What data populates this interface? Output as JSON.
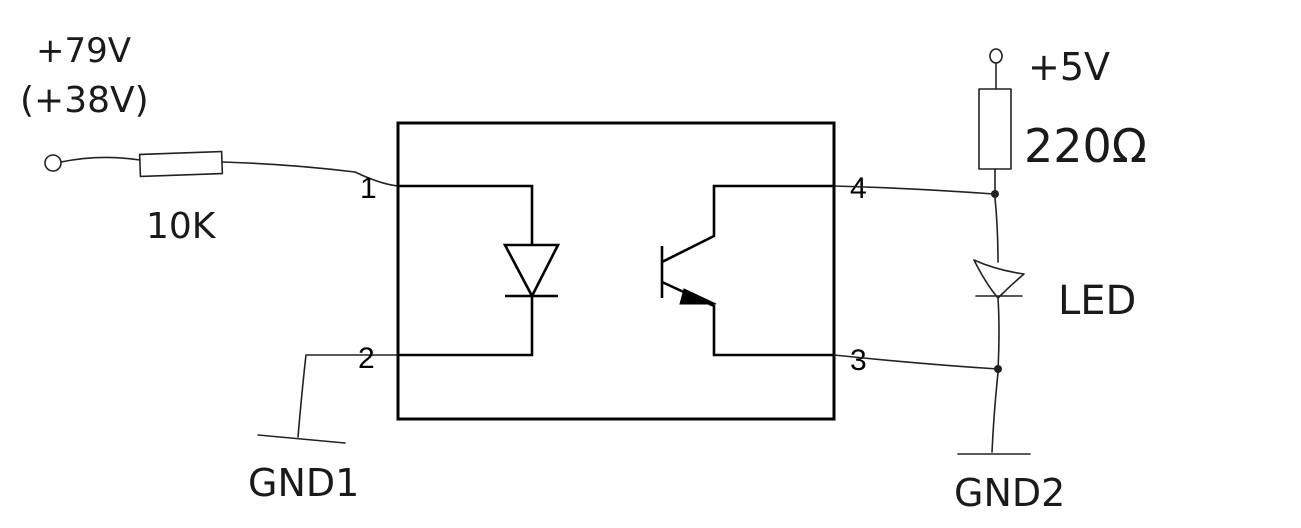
{
  "labels": {
    "input_voltage": "+79V",
    "input_voltage_alt": "(+38V)",
    "input_resistor": "10K",
    "ground_1": "GND1",
    "supply_voltage": "+5V",
    "output_resistor": "220Ω",
    "led": "LED",
    "ground_2": "GND2"
  },
  "pins": {
    "p1": "1",
    "p2": "2",
    "p3": "3",
    "p4": "4"
  }
}
